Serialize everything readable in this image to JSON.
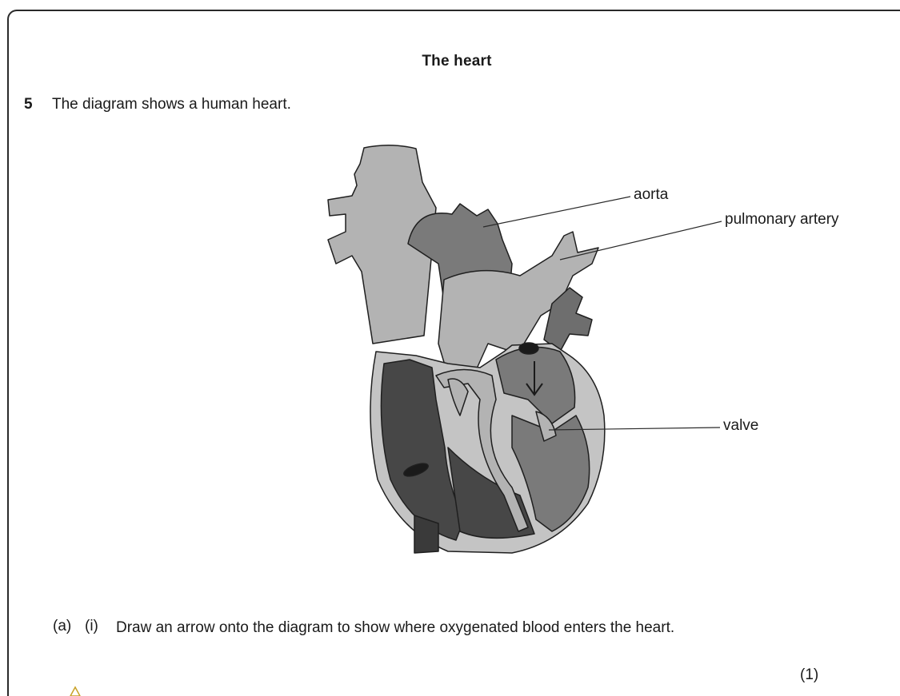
{
  "header": {
    "title": "The heart"
  },
  "question": {
    "number": "5",
    "stem": "The diagram shows a human heart."
  },
  "diagram": {
    "labels": {
      "aorta": "aorta",
      "pulmonary_artery": "pulmonary artery",
      "valve": "valve"
    },
    "colors": {
      "light_vessel": "#b3b3b3",
      "mid_tissue": "#7a7a7a",
      "dark_chamber": "#474747",
      "outline": "#1f1f1f"
    }
  },
  "part_a": {
    "letter": "(a)",
    "sub": "(i)",
    "text": "Draw an arrow onto the diagram to show where oxygenated blood enters the heart.",
    "marks": "(1)"
  }
}
